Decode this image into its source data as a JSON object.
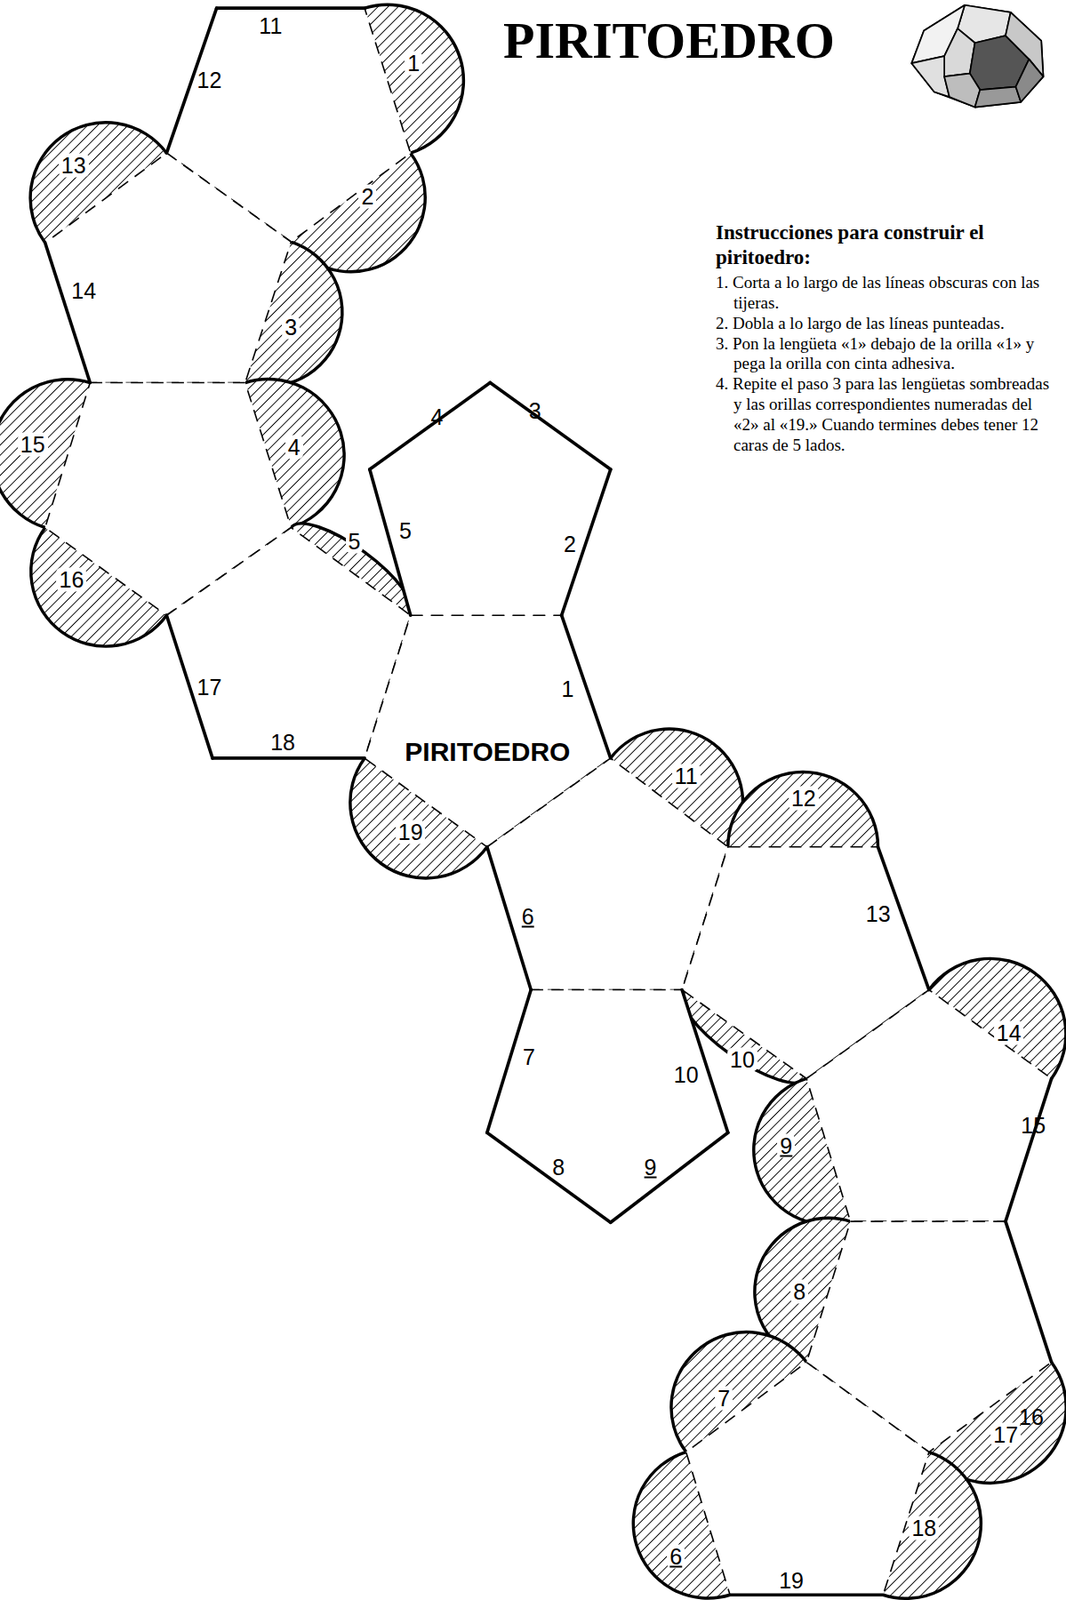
{
  "diagram": {
    "title": "PIRITOEDRO",
    "nodes": [
      {
        "text": [
          "PIRITOEDRO"
        ]
      }
    ],
    "labels": [
      "11",
      "1",
      "12",
      "13",
      "2",
      "14",
      "3",
      "15",
      "4",
      "16",
      "5",
      "5",
      "4",
      "3",
      "2",
      "1",
      "17",
      "18",
      "19",
      "11",
      "12",
      "6",
      "13",
      "7",
      "10",
      "10",
      "14",
      "15",
      "9",
      "8",
      "9",
      "8",
      "16",
      "7",
      "17",
      "6",
      "18",
      "19",
      "Instrucciones para construir el piritoedro:",
      "1. Corta a lo largo de las líneas obscuras con las tijeras.",
      "2. Dobla a lo largo de las líneas punteadas.",
      "3. Pon la lengüeta «1» debajo de la orilla «1» y pega la orilla con cinta adhesiva.",
      "4. Repite el paso 3 para las lengüetas sombreadas y las orillas correspondientes numeradas del «2» al «19.» Cuando termines debes tener 12 caras de 5 lados."
    ]
  }
}
